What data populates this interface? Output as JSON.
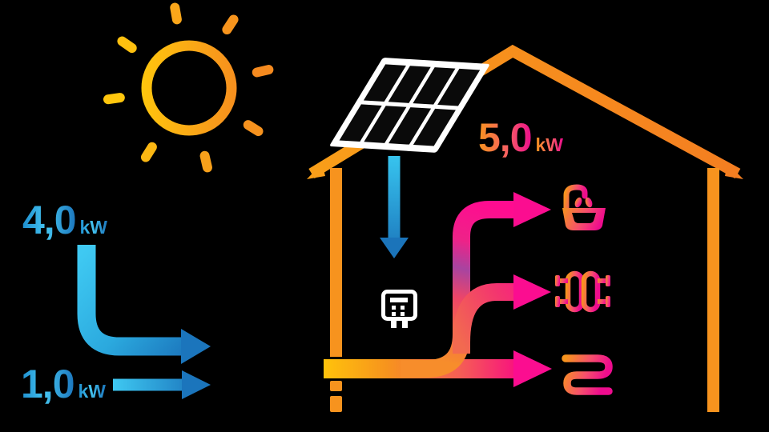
{
  "diagram": {
    "background_color": "#000000",
    "labels": {
      "pv": {
        "value": "5,0",
        "unit": "kW"
      },
      "air": {
        "value": "4,0",
        "unit": "kW"
      },
      "grid": {
        "value": "1,0",
        "unit": "kW"
      }
    },
    "icons": [
      {
        "name": "sun-icon"
      },
      {
        "name": "solar-panel-icon"
      },
      {
        "name": "house-outline"
      },
      {
        "name": "inverter-icon"
      },
      {
        "name": "tap-water-icon"
      },
      {
        "name": "radiator-icon"
      },
      {
        "name": "floor-heating-icon"
      }
    ],
    "arrows": [
      {
        "name": "air-flow-arrow",
        "label_value": "4,0",
        "label_unit": "kW",
        "color_start": "#3FC9F2",
        "color_end": "#1B75BC",
        "direction": "down-then-right"
      },
      {
        "name": "grid-flow-arrow",
        "label_value": "1,0",
        "label_unit": "kW",
        "color_start": "#3FC9F2",
        "color_end": "#1B75BC",
        "direction": "right"
      },
      {
        "name": "pv-dc-arrow",
        "color_start": "#38C6F0",
        "color_end": "#1B74BA",
        "direction": "down"
      },
      {
        "name": "heat-output-arrows",
        "label_value": "5,0",
        "label_unit": "kW",
        "color_start": "#FFC30B",
        "color_end": "#FF0C90",
        "branches": 3,
        "direction": "right"
      }
    ],
    "colors": {
      "sun_yellow": "#FFC60D",
      "sun_orange": "#F68E1E",
      "house_orange": "#F7931E",
      "flow_yellow": "#FFC30B",
      "flow_magenta": "#FF0C90",
      "blue_light": "#3FC9F2",
      "blue_dark": "#1B75BC",
      "panel_white": "#FFFFFF"
    }
  }
}
